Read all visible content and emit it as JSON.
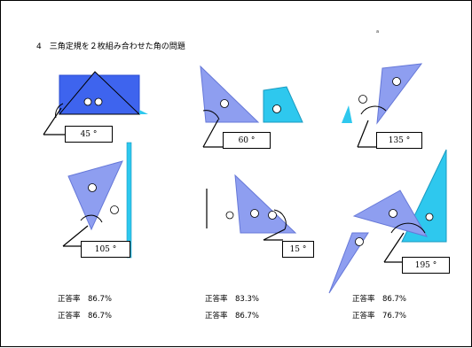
{
  "title": "4　三角定規を２枚組み合わせた角の問題",
  "corner_mark": "a",
  "angles": [
    "45 °",
    "60 °",
    "135 °",
    "105 °",
    "15 °",
    "195 °"
  ],
  "rate_label": "正答率",
  "rates": [
    [
      "86.7%",
      "86.7%"
    ],
    [
      "83.3%",
      "86.7%"
    ],
    [
      "86.7%",
      "76.7%"
    ]
  ],
  "colors": {
    "triangle_lavender": "#8e9ef0",
    "triangle_blue": "#3e64ee",
    "triangle_cyan": "#2ec8ee",
    "outline": "#000000"
  }
}
